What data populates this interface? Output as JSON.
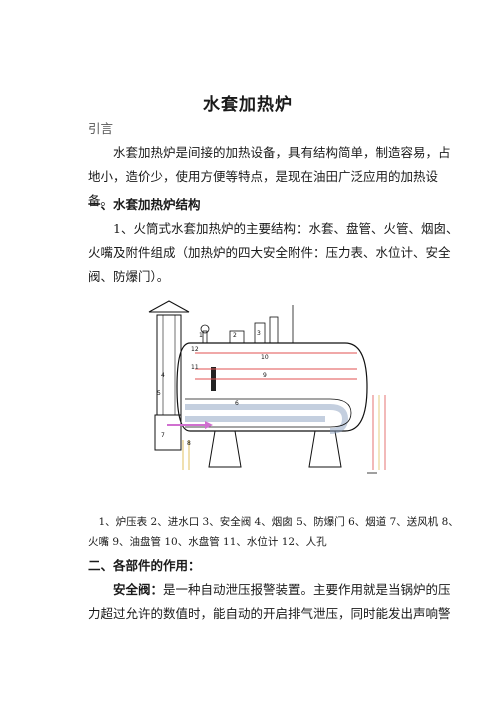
{
  "document": {
    "title": "水套加热炉",
    "intro_label": "引言",
    "intro_paragraph": "水套加热炉是间接的加热设备，具有结构简单，制造容易，占地小，造价少，使用方便等特点，是现在油田广泛应用的加热设备。",
    "section1_heading": "一、水套加热炉结构",
    "section1_paragraph": "1、火筒式水套加热炉的主要结构：水套、盘管、火管、烟囱、火嘴及附件组成（加热炉的四大安全附件：压力表、水位计、安全阀、防爆门）。",
    "figure_caption": "1、炉压表 2、进水口 3、安全阀 4、烟囱 5、防爆门 6、烟道  7、送风机 8、火嘴   9、油盘管  10、水盘管  11、水位计 12、人孔",
    "section2_heading": "二、各部件的作用：",
    "section2_lead": "安全阀：",
    "section2_paragraph": "是一种自动泄压报警装置。主要作用就是当锅炉的压力超过允许的数值时，能自动的开启排气泄压，同时能发出声响警"
  },
  "diagram": {
    "labels": [
      "1",
      "2",
      "3",
      "4",
      "5",
      "6",
      "7",
      "8",
      "9",
      "10",
      "11",
      "12"
    ],
    "colors": {
      "oil_coil": "#e05050",
      "water_coil": "#d06060",
      "fire_tube": "#8aa0c0",
      "burner_flame": "#d070d0",
      "inlet_pipe": "#e0c060"
    }
  }
}
